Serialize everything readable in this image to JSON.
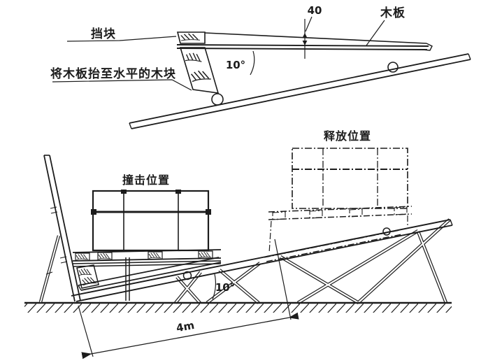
{
  "page": {
    "background": "#ffffff",
    "ink": "#1c1c1c"
  },
  "detail_view": {
    "stop_block_label": "挡块",
    "lift_block_label": "将木板抬至水平的木块",
    "board_label": "木板",
    "board_thickness": "40",
    "incline_angle": "10°"
  },
  "main_view": {
    "impact_position_label": "撞击位置",
    "release_position_label": "释放位置",
    "incline_angle": "10°",
    "travel_distance": "4m"
  }
}
